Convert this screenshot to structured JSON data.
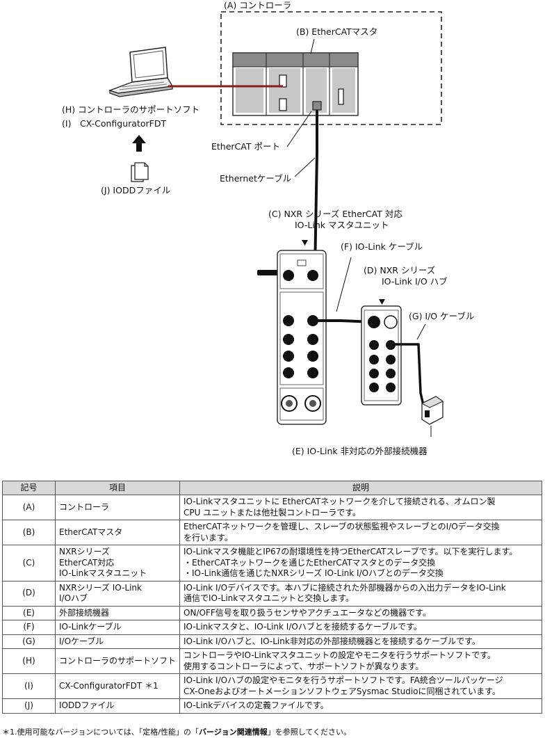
{
  "diagram": {
    "labels": {
      "A": "(A) コントローラ",
      "B": "(B) EtherCATマスタ",
      "H": "(H) コントローラのサポートソフト",
      "I": "(I)　CX-ConfiguratorFDT",
      "J": "(J) IODDファイル",
      "port": "EtherCAT ポート",
      "ethernet": "Ethernetケーブル",
      "C1": "(C) NXR シリーズ EtherCAT 対応",
      "C2": "IO-Link マスタユニット",
      "F": "(F) IO-Link ケーブル",
      "D1": "(D) NXR シリーズ",
      "D2": "IO-Link I/O ハブ",
      "G": "(G) I/O ケーブル",
      "E": "(E) IO-Link 非対応の外部接続機器"
    }
  },
  "table": {
    "headers": [
      "記号",
      "項目",
      "説明"
    ],
    "rows": [
      {
        "code": "(A)",
        "item": [
          "コントローラ"
        ],
        "desc": [
          "IO-Linkマスタユニットに EtherCATネットワークを介して接続される、オムロン製",
          "CPU ユニットまたは他社製コントローラです。"
        ]
      },
      {
        "code": "(B)",
        "item": [
          "EtherCATマスタ"
        ],
        "desc": [
          "EtherCATネットワークを管理し、スレーブの状態監視やスレーブとのI/Oデータ交換",
          "を行います。"
        ]
      },
      {
        "code": "(C)",
        "item": [
          "NXRシリーズ",
          "EtherCAT対応",
          "IO-Linkマスタユニット"
        ],
        "desc": [
          "IO-Linkマスタ機能とIP67の耐環境性を持つEtherCATスレーブです。以下を実行します。",
          "・EtherCATネットワークを通じたEtherCATマスタとのデータ交換",
          "・IO-Link通信を通じたNXRシリーズ IO-Link I/Oハブとのデータ交換"
        ]
      },
      {
        "code": "(D)",
        "item": [
          "NXRシリーズ IO-Link",
          "I/Oハブ"
        ],
        "desc": [
          "IO-Link I/Oデバイスです。本ハブに接続された外部機器からの入出力データをIO-Link",
          "通信でIO-Linkマスタユニットと交換します。"
        ]
      },
      {
        "code": "(E)",
        "item": [
          "外部接続機器"
        ],
        "desc": [
          "ON/OFF信号を取り扱うセンサやアクチュエータなどの機器です。"
        ]
      },
      {
        "code": "(F)",
        "item": [
          "IO-Linkケーブル"
        ],
        "desc": [
          "IO-Linkマスタと、IO-Link I/Oハブとを接続するケーブルです。"
        ]
      },
      {
        "code": "(G)",
        "item": [
          "I/Oケーブル"
        ],
        "desc": [
          "IO-Link I/Oハブと、IO-Link非対応の外部接続機器とを接続するケーブルです。"
        ]
      },
      {
        "code": "(H)",
        "item": [
          "コントローラのサポートソフト"
        ],
        "desc": [
          "コントローラやIO-Linkマスタユニットの設定やモニタを行うサポートソフトです。",
          "使用するコントローラによって、サポートソフトが異なります。"
        ]
      },
      {
        "code": "(I)",
        "item": [
          "CX-ConfiguratorFDT ＊1"
        ],
        "desc": [
          "IO-Link I/Oハブの設定やモニタを行うサポートソフトです。FA統合ツールパッケージ",
          "CX-OneおよびオートメーションソフトウェアSysmac Studioに同梱されています。"
        ]
      },
      {
        "code": "(J)",
        "item": [
          "IODDファイル"
        ],
        "desc": [
          "IO-Linkデバイスの定義ファイルです。"
        ]
      }
    ]
  },
  "footnote": {
    "prefix": "＊1.使用可能なバージョンについては、「定格/性能」の「",
    "bold": "バージョン関連情報",
    "suffix": "」を参照してください。"
  }
}
